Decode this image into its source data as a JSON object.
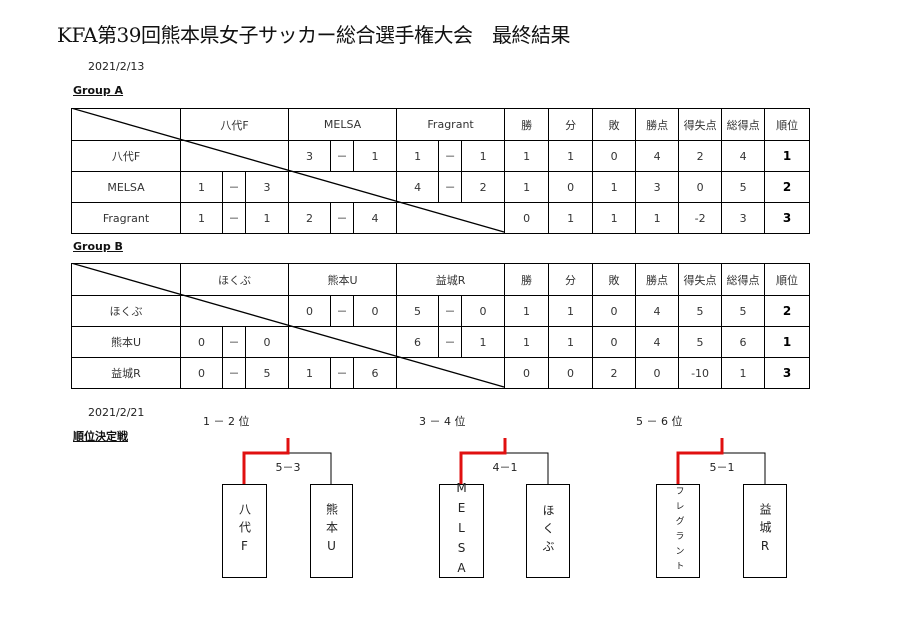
{
  "title": "KFA第39回熊本県女子サッカー総合選手権大会　最終結果",
  "league_date": "2021/2/13",
  "stat_headers": [
    "勝",
    "分",
    "敗",
    "勝点",
    "得失点",
    "総得点",
    "順位"
  ],
  "groups": [
    {
      "label": "Group A",
      "teams": [
        "八代F",
        "MELSA",
        "Fragrant"
      ],
      "rows": [
        {
          "team": "八代F",
          "results": [
            null,
            {
              "home": "3",
              "sep": "－",
              "away": "1"
            },
            {
              "home": "1",
              "sep": "－",
              "away": "1"
            }
          ],
          "stats": [
            "1",
            "1",
            "0",
            "4",
            "2",
            "4",
            "1"
          ]
        },
        {
          "team": "MELSA",
          "results": [
            {
              "home": "1",
              "sep": "－",
              "away": "3"
            },
            null,
            {
              "home": "4",
              "sep": "－",
              "away": "2"
            }
          ],
          "stats": [
            "1",
            "0",
            "1",
            "3",
            "0",
            "5",
            "2"
          ]
        },
        {
          "team": "Fragrant",
          "results": [
            {
              "home": "1",
              "sep": "－",
              "away": "1"
            },
            {
              "home": "2",
              "sep": "－",
              "away": "4"
            },
            null
          ],
          "stats": [
            "0",
            "1",
            "1",
            "1",
            "-2",
            "3",
            "3"
          ]
        }
      ]
    },
    {
      "label": "Group B",
      "teams": [
        "ほくぶ",
        "熊本U",
        "益城R"
      ],
      "rows": [
        {
          "team": "ほくぶ",
          "results": [
            null,
            {
              "home": "0",
              "sep": "－",
              "away": "0"
            },
            {
              "home": "5",
              "sep": "－",
              "away": "0"
            }
          ],
          "stats": [
            "1",
            "1",
            "0",
            "4",
            "5",
            "5",
            "2"
          ]
        },
        {
          "team": "熊本U",
          "results": [
            {
              "home": "0",
              "sep": "－",
              "away": "0"
            },
            null,
            {
              "home": "6",
              "sep": "－",
              "away": "1"
            }
          ],
          "stats": [
            "1",
            "1",
            "0",
            "4",
            "5",
            "6",
            "1"
          ]
        },
        {
          "team": "益城R",
          "results": [
            {
              "home": "0",
              "sep": "－",
              "away": "5"
            },
            {
              "home": "1",
              "sep": "－",
              "away": "6"
            },
            null
          ],
          "stats": [
            "0",
            "0",
            "2",
            "0",
            "-10",
            "1",
            "3"
          ]
        }
      ]
    }
  ],
  "playoffs": {
    "date": "2021/2/21",
    "title": "順位決定戦",
    "colors": {
      "winner_line": "#e01010",
      "line": "#000000"
    },
    "brackets": [
      {
        "label": "1 － 2 位",
        "score": "5－3",
        "left": "八代F",
        "right": "熊本U",
        "winner": "left"
      },
      {
        "label": "3 － 4 位",
        "score": "4－1",
        "left": "MELSA",
        "right": "ほくぶ",
        "winner": "left"
      },
      {
        "label": "5 － 6 位",
        "score": "5－1",
        "left": "フレグラント",
        "right": "益城R",
        "winner": "left"
      }
    ]
  }
}
